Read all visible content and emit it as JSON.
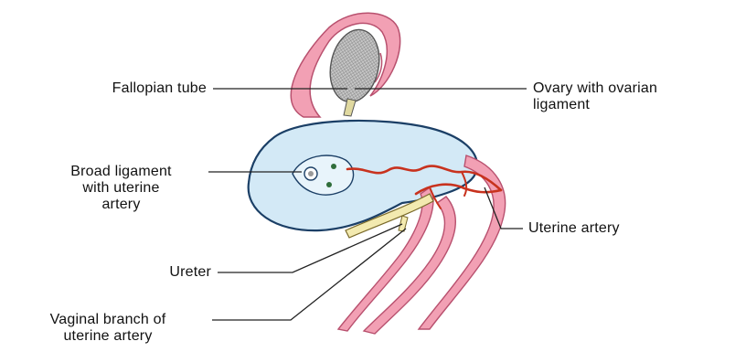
{
  "labels": {
    "fallopian_tube": "Fallopian tube",
    "ovary": [
      "Ovary with ovarian",
      "ligament"
    ],
    "broad_ligament": [
      "Broad ligament",
      "with uterine",
      "artery"
    ],
    "uterine_artery": "Uterine artery",
    "ureter": "Ureter",
    "vaginal_branch": [
      "Vaginal branch of",
      "uterine artery"
    ]
  },
  "colors": {
    "tube_pink": "#f2a0b4",
    "tube_outline": "#b8506e",
    "ovary_gray": "#b8b8b8",
    "broad_ligament_blue": "#d3e9f6",
    "broad_ligament_outline": "#1b3f66",
    "artery_red": "#c8321e",
    "ureter_yellow": "#f3eab0",
    "leader_line": "#222222"
  }
}
